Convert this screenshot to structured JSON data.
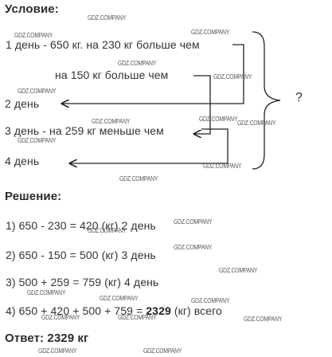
{
  "condition_title": "Условие:",
  "cond": {
    "day1": "1 день - 650 кг. на 230 кг больше  чем",
    "more150": "на 150 кг больше  чем",
    "day2": "2 день",
    "day3": "3 день - на 259 кг меньше  чем",
    "day4": "4 день",
    "question": "?"
  },
  "solution_title": "Решение:",
  "steps": {
    "s1": "1) 650 - 230 = 420 (кг) 2 день",
    "s2": "2) 650 - 150 = 500 (кг) 3 день",
    "s3": "3) 500 + 259 = 759 (кг) 4 день",
    "s4_pre": "4) 650 + 420 + 500 + 759 = ",
    "s4_bold": "2329",
    "s4_post": " (кг) всего"
  },
  "answer_label": "Ответ: ",
  "answer_value": "2329 кг",
  "watermark": "GDZ.COMPANY"
}
